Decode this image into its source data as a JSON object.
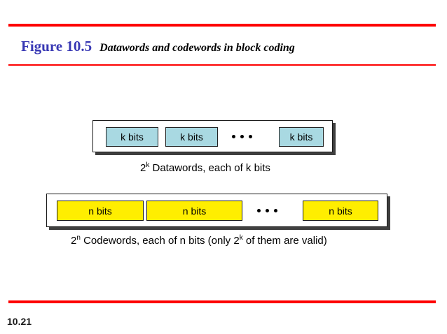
{
  "slide": {
    "page_number": "10.21",
    "accent_color": "#fe0000",
    "figure_number_color": "#3838b4"
  },
  "heading": {
    "figure_number": "Figure 10.5",
    "figure_title": "Datawords and codewords in block coding"
  },
  "dataword_row": {
    "fill_color": "#a9d9e2",
    "cells": [
      {
        "label": "k bits"
      },
      {
        "label": "k bits"
      },
      {
        "label": "k bits"
      }
    ],
    "ellipsis": "• • •",
    "caption": {
      "base_1": "2",
      "exponent_1": "k",
      "text_1": " Datawords, each of k bits"
    }
  },
  "codeword_row": {
    "fill_color": "#ffee00",
    "cells": [
      {
        "label": "n bits"
      },
      {
        "label": "n bits"
      },
      {
        "label": "n bits"
      }
    ],
    "ellipsis": "• • •",
    "caption": {
      "base_1": "2",
      "exponent_1": "n",
      "text_1": " Codewords, each of n bits (only ",
      "base_2": "2",
      "exponent_2": "k",
      "text_2": " of them are valid)"
    }
  }
}
